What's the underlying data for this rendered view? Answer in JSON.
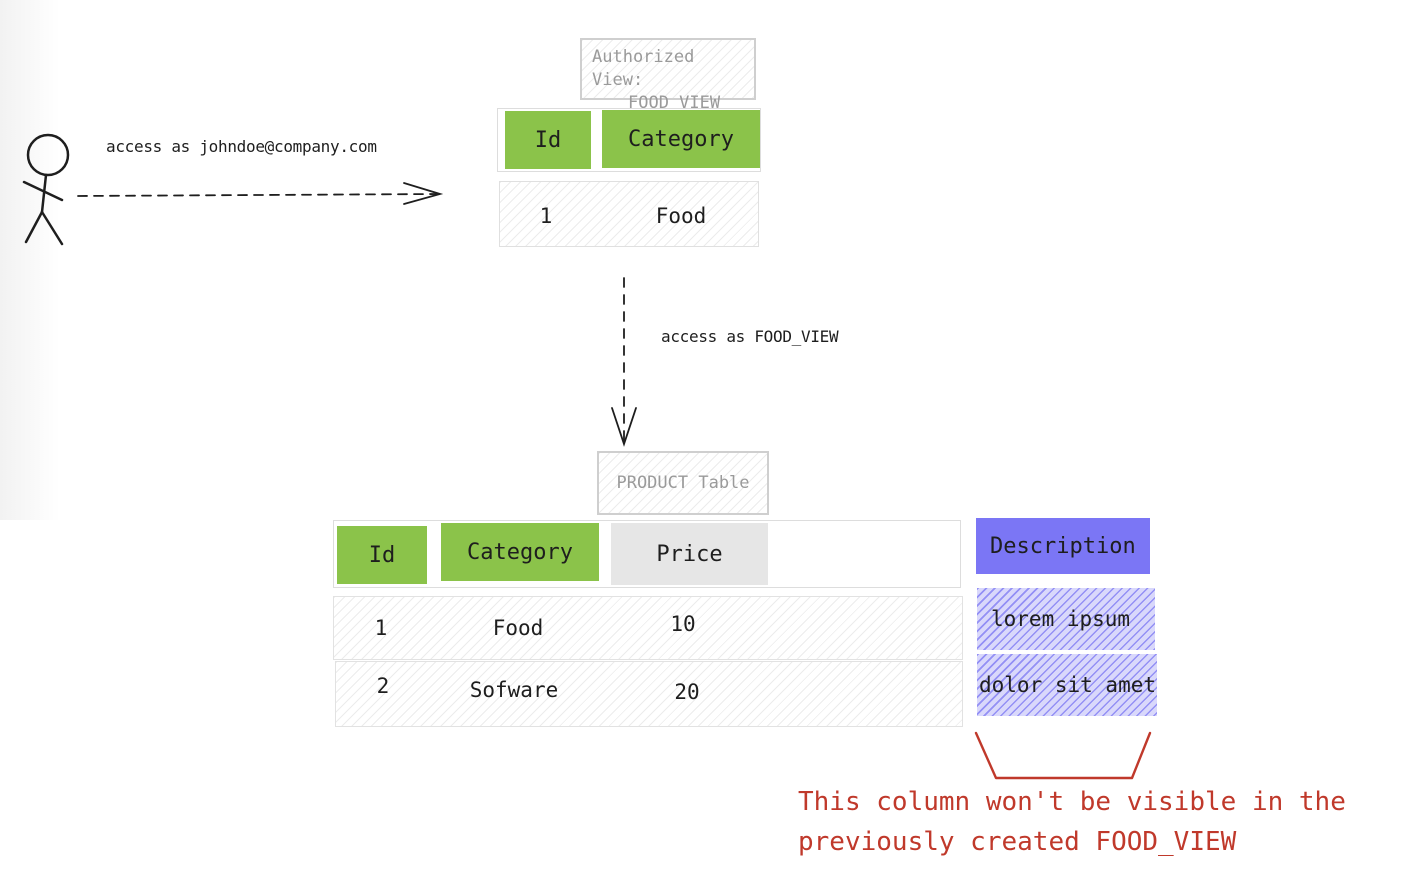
{
  "actor": {
    "access_label": "access as johndoe@company.com"
  },
  "view": {
    "caption_line1": "Authorized View:",
    "caption_line2": "FOOD_VIEW",
    "headers": [
      "Id",
      "Category"
    ],
    "rows": [
      [
        "1",
        "Food"
      ]
    ]
  },
  "view_to_table_label": "access as FOOD_VIEW",
  "table": {
    "caption": "PRODUCT Table",
    "headers": [
      "Id",
      "Category",
      "Price"
    ],
    "rows": [
      [
        "1",
        "Food",
        "10"
      ],
      [
        "2",
        "Sofware",
        "20"
      ]
    ],
    "new_column": {
      "header": "Description",
      "values": [
        "lorem ipsum",
        "dolor sit amet"
      ]
    }
  },
  "note": {
    "line1": "This column won't be visible in the",
    "line2": "previously created FOOD_VIEW"
  },
  "colors": {
    "visible_header": "#8bc34a",
    "price_header": "#e6e6e6",
    "new_column_header": "#7b76f5",
    "note_text": "#c0392b"
  }
}
